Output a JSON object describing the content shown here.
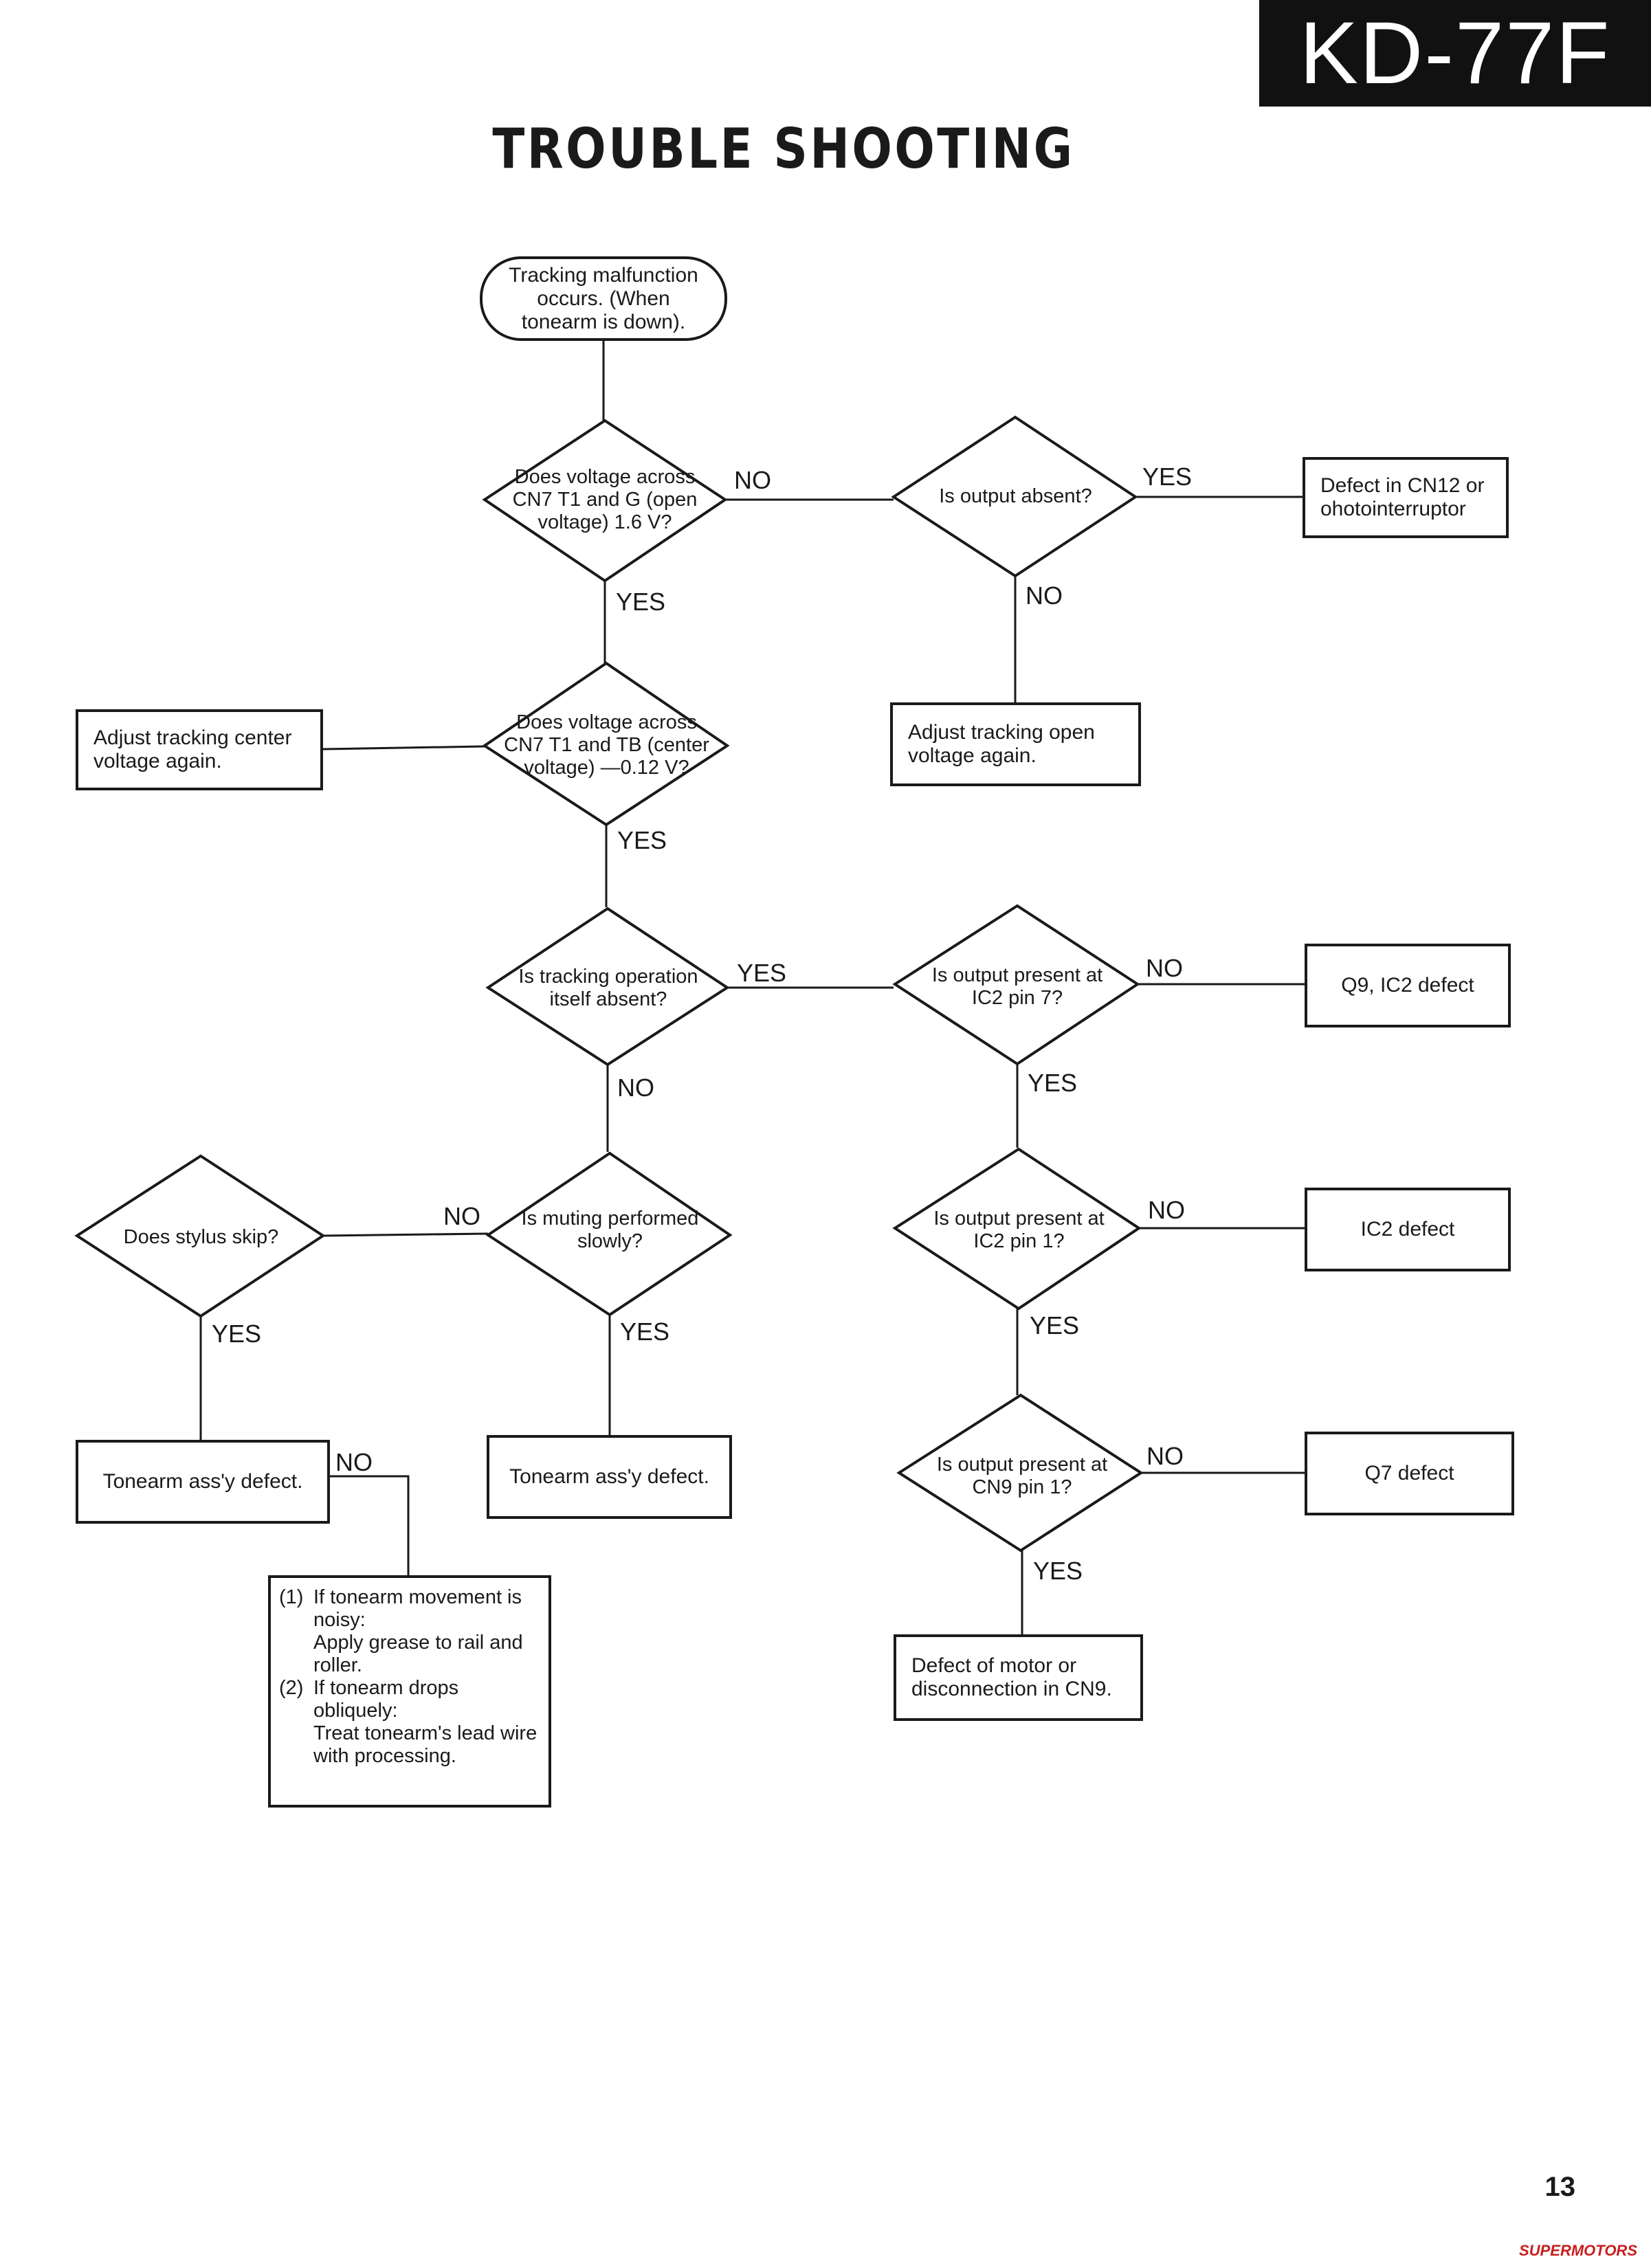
{
  "page": {
    "model": "KD-77F",
    "title": "TROUBLE SHOOTING",
    "page_number": "13",
    "watermark": "SUPERMOTORS"
  },
  "flowchart": {
    "start": "Tracking malfunction occurs. (When tonearm is down).",
    "q_open_voltage": "Does voltage across CN7 T1 and G (open voltage) 1.6 V?",
    "q_output_absent": "Is output absent?",
    "r_cn12_defect": "Defect in CN12 or ohotointerruptor",
    "r_adjust_open": "Adjust tracking open voltage again.",
    "q_center_voltage": "Does voltage across CN7 T1 and TB (center voltage) —0.12 V?",
    "r_adjust_center": "Adjust tracking center voltage again.",
    "q_tracking_absent": "Is tracking operation itself absent?",
    "q_ic2_pin7": "Is output present at IC2 pin 7?",
    "r_q9_ic2": "Q9, IC2 defect",
    "q_ic2_pin1": "Is output present at IC2 pin 1?",
    "r_ic2": "IC2 defect",
    "q_cn9_pin1": "Is output present at CN9 pin 1?",
    "r_q7": "Q7 defect",
    "r_motor": "Defect of motor or disconnection in CN9.",
    "q_muting": "Is muting performed slowly?",
    "q_stylus_skip": "Does stylus skip?",
    "r_tonearm_left": "Tonearm ass'y defect.",
    "r_tonearm_mid": "Tonearm ass'y defect.",
    "notes": [
      {
        "num": "(1)",
        "cond": "If tonearm movement is noisy:",
        "action": "Apply grease to rail and roller."
      },
      {
        "num": "(2)",
        "cond": "If tonearm drops obliquely:",
        "action": "Treat tonearm's lead wire with processing."
      }
    ]
  },
  "labels": {
    "yes": "YES",
    "no": "NO"
  }
}
